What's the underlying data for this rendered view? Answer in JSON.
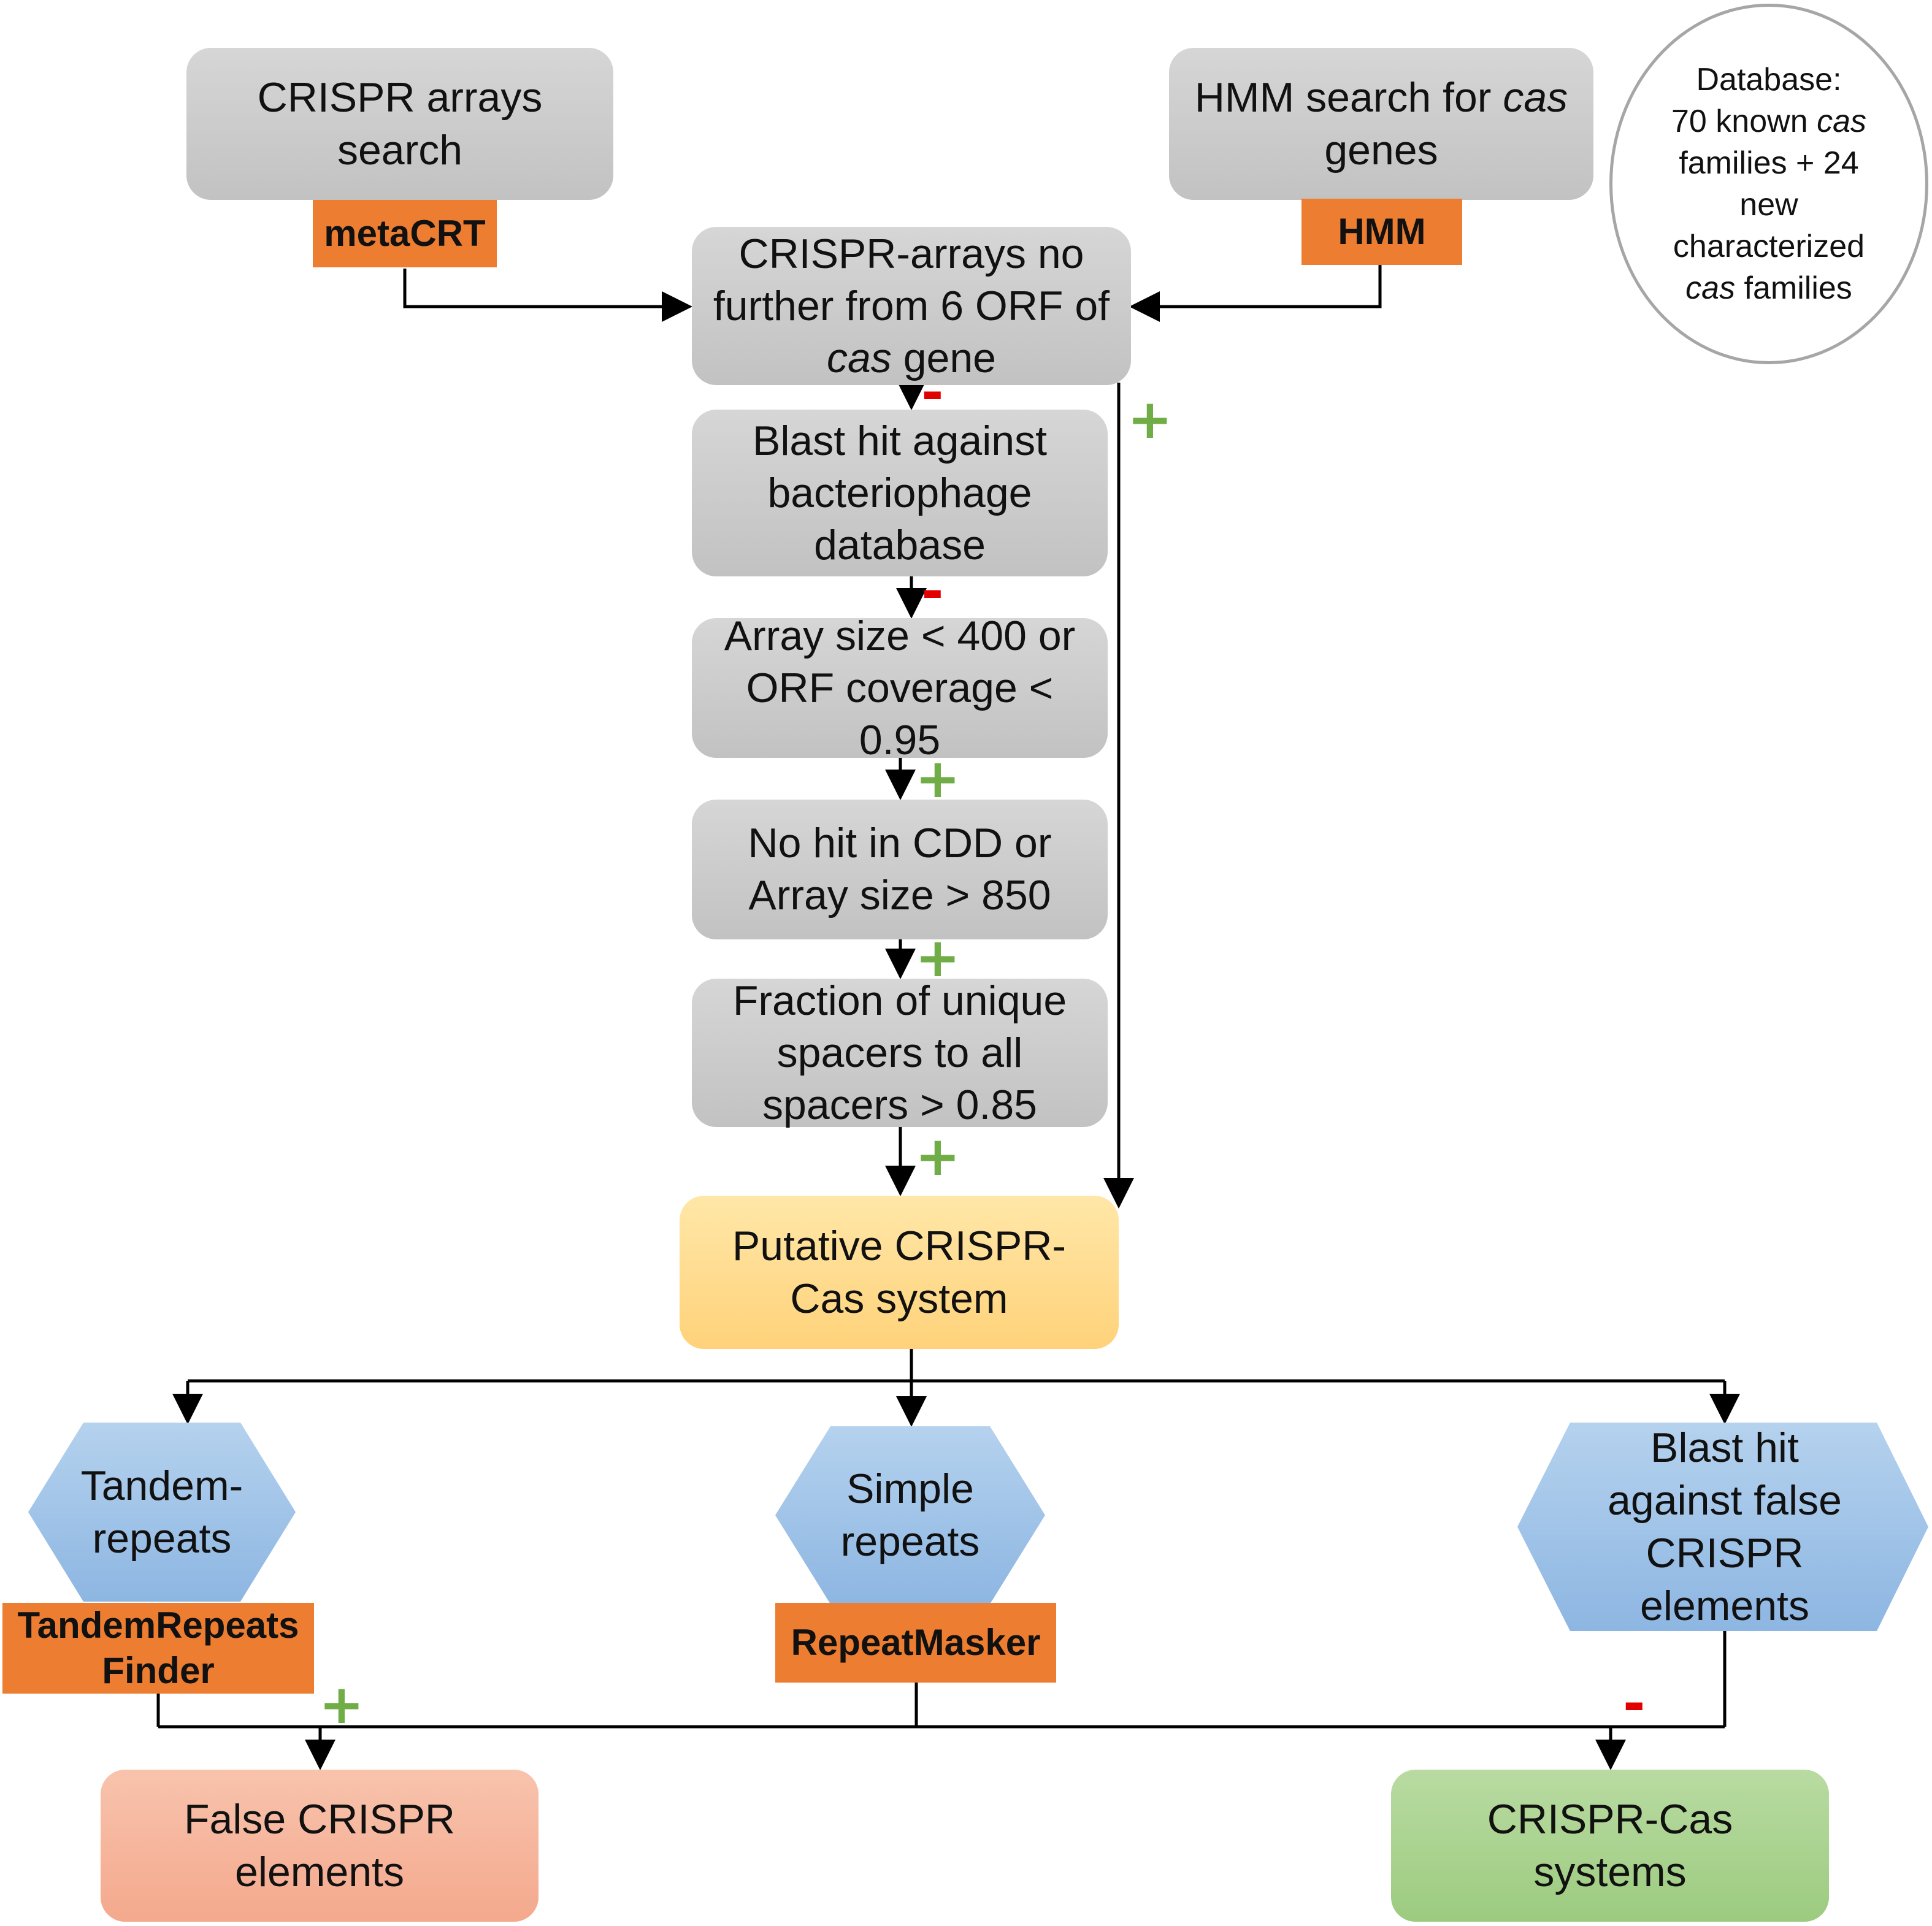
{
  "colors": {
    "gray_box": "#c9c9c9",
    "tool_tag": "#ed7d31",
    "putative_box": "#ffd98a",
    "hexagon": "#9dc3e6",
    "false_box": "#f4b09a",
    "result_box": "#a9d18e",
    "plus_sign": "#70ad47",
    "minus_sign": "#e00000"
  },
  "nodes": {
    "crispr_search": {
      "line1": "CRISPR arrays",
      "line2": "search"
    },
    "metacrt_tag": "metaCRT",
    "hmm_search": {
      "before_italic": "HMM search for ",
      "italic": "cas",
      "line2": "genes"
    },
    "hmm_tag": "HMM",
    "database": {
      "line1": "Database:",
      "line2_pre": "70 known ",
      "line2_italic": "cas",
      "line3": "families + 24",
      "line4": "new",
      "line5": "characterized",
      "line6_italic": "cas",
      "line6_post": " families"
    },
    "proximity": {
      "line1": "CRISPR-arrays no",
      "line2": "further from 6 ORF of",
      "line3_italic": "cas",
      "line3_post": " gene"
    },
    "phage_blast": {
      "line1": "Blast hit against",
      "line2": "bacteriophage",
      "line3": "database"
    },
    "array_size": {
      "line1": "Array size < 400 or",
      "line2": "ORF coverage <",
      "line3": "0.95"
    },
    "cdd_hit": {
      "line1": "No hit in CDD or",
      "line2": "Array size > 850"
    },
    "unique_spacers": {
      "line1": "Fraction of unique",
      "line2": "spacers to all",
      "line3": "spacers > 0.85"
    },
    "putative": {
      "line1": "Putative CRISPR-",
      "line2": "Cas system"
    },
    "tandem": {
      "line1": "Tandem-",
      "line2": "repeats"
    },
    "tandem_tag": {
      "line1": "TandemRepeats",
      "line2": "Finder"
    },
    "simple": {
      "line1": "Simple",
      "line2": "repeats"
    },
    "repeatmasker_tag": "RepeatMasker",
    "false_blast": {
      "line1": "Blast hit",
      "line2": "against false",
      "line3": "CRISPR",
      "line4": "elements"
    },
    "false_elements": {
      "line1": "False CRISPR",
      "line2": "elements"
    },
    "crispr_cas": {
      "line1": "CRISPR-Cas",
      "line2": "systems"
    }
  },
  "edge_labels": {
    "plus": "+",
    "minus": "-"
  }
}
